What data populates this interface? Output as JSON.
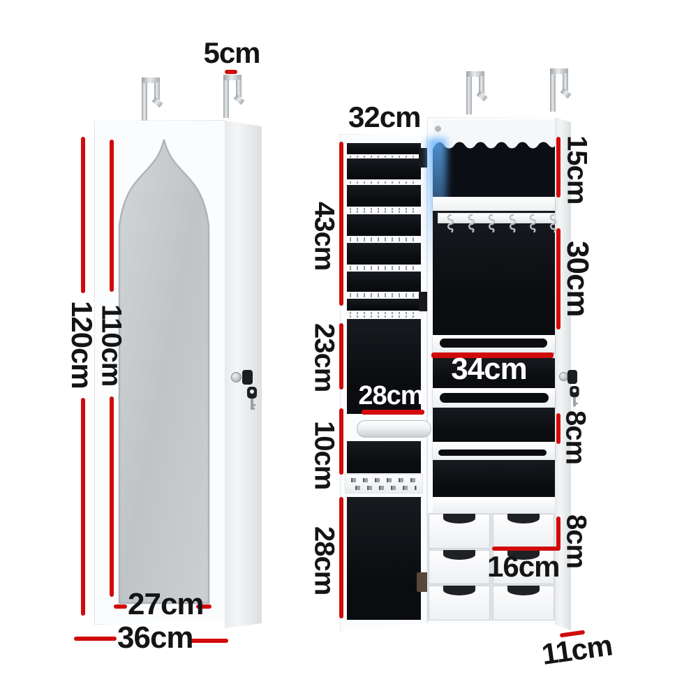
{
  "colors": {
    "accent_red": "#d10b0b",
    "panel_black": "#0d0f14",
    "led_blue": "#59b0ff",
    "cabinet_white": "#fbfcfd",
    "mirror_grey": "#c5c9cc"
  },
  "closed_view": {
    "hook_depth": "5cm",
    "total_height": "120cm",
    "mirror_height": "110cm",
    "mirror_width": "27cm",
    "total_width": "36cm"
  },
  "open_view": {
    "door_width": "32cm",
    "door_upper_height": "43cm",
    "door_middle_height": "23cm",
    "door_rod_gap_height": "10cm",
    "rod_width": "28cm",
    "door_bottom_height": "28cm",
    "led_shelf_height": "15cm",
    "hook_section_height": "30cm",
    "shelf_width": "34cm",
    "shelf_section_height": "8cm",
    "drawer_section_height": "8cm",
    "drawer_width": "16cm",
    "cabinet_depth": "11cm"
  }
}
